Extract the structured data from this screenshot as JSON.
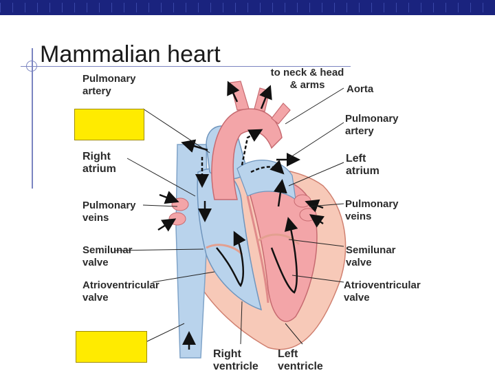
{
  "title": "Mammalian heart",
  "labels": {
    "pulmonary_artery_left": "Pulmonary\nartery",
    "right_atrium": "Right\natrium",
    "pulmonary_veins_left": "Pulmonary\nveins",
    "semilunar_valve_left": "Semilunar\nvalve",
    "av_valve_left": "Atrioventricular\nvalve",
    "to_neck_head_arms": "to neck & head\n& arms",
    "aorta": "Aorta",
    "pulmonary_artery_right": "Pulmonary\nartery",
    "left_atrium": "Left\natrium",
    "pulmonary_veins_right": "Pulmonary\nveins",
    "semilunar_valve_right": "Semilunar\nvalve",
    "av_valve_right": "Atrioventricular\nvalve",
    "right_ventricle": "Right\nventricle",
    "left_ventricle": "Left\nventricle"
  },
  "colors": {
    "deoxygenated": "#b9d3ec",
    "oxygenated": "#f3a5a8",
    "tissue": "#f7c9b8",
    "label_box": "#ffeb00",
    "header_bar": "#1a237e"
  }
}
